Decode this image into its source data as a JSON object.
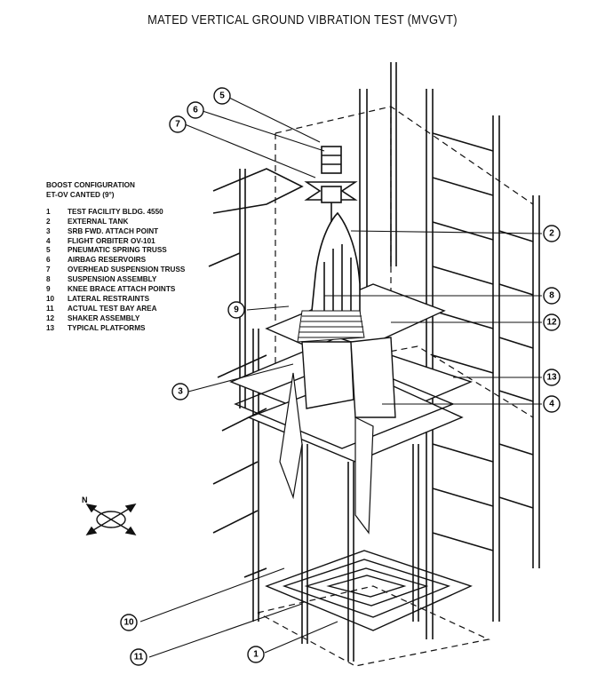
{
  "title": "MATED VERTICAL GROUND VIBRATION TEST (MVGVT)",
  "legend": {
    "heading_1": "BOOST CONFIGURATION",
    "heading_2": "ET-OV CANTED (9°)",
    "items": [
      {
        "num": "1",
        "label": "TEST FACILITY BLDG. 4550"
      },
      {
        "num": "2",
        "label": "EXTERNAL TANK"
      },
      {
        "num": "3",
        "label": "SRB FWD. ATTACH POINT"
      },
      {
        "num": "4",
        "label": "FLIGHT ORBITER OV-101"
      },
      {
        "num": "5",
        "label": "PNEUMATIC SPRING TRUSS"
      },
      {
        "num": "6",
        "label": "AIRBAG RESERVOIRS"
      },
      {
        "num": "7",
        "label": "OVERHEAD SUSPENSION TRUSS"
      },
      {
        "num": "8",
        "label": "SUSPENSION ASSEMBLY"
      },
      {
        "num": "9",
        "label": "KNEE BRACE ATTACH POINTS"
      },
      {
        "num": "10",
        "label": "LATERAL RESTRAINTS"
      },
      {
        "num": "11",
        "label": "ACTUAL TEST BAY AREA"
      },
      {
        "num": "12",
        "label": "SHAKER ASSEMBLY"
      },
      {
        "num": "13",
        "label": "TYPICAL PLATFORMS"
      }
    ]
  },
  "compass_label": "N",
  "callouts": [
    "5",
    "6",
    "7",
    "2",
    "8",
    "9",
    "12",
    "3",
    "13",
    "4",
    "10",
    "11",
    "1"
  ]
}
